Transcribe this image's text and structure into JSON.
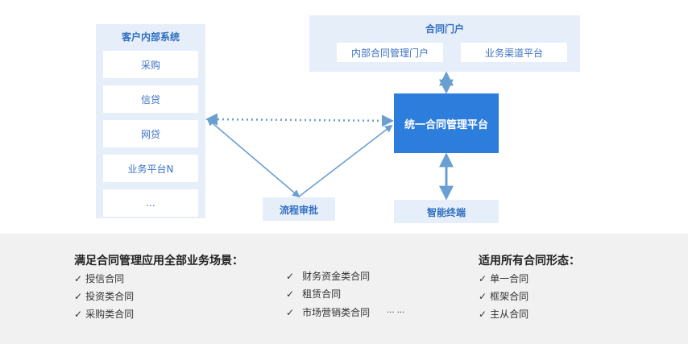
{
  "internal_systems": {
    "title": "客户内部系统",
    "items": [
      "采购",
      "信贷",
      "网贷",
      "业务平台N",
      "..."
    ]
  },
  "portal": {
    "title": "合同门户",
    "items": [
      "内部合同管理门户",
      "业务渠道平台"
    ]
  },
  "core_platform": "统一合同管理平台",
  "workflow": "流程审批",
  "smart_terminal": "智能终端",
  "scenarios": {
    "heading": "满足合同管理应用全部业务场景：",
    "col1": [
      "授信合同",
      "投资类合同",
      "采购类合同"
    ],
    "col2": [
      "财务资金类合同",
      "租赁合同",
      "市场营销类合同"
    ],
    "ellipsis": "... ..."
  },
  "forms": {
    "heading": "适用所有合同形态：",
    "items": [
      "单一合同",
      "框架合同",
      "主从合同"
    ]
  },
  "check_mark": "✓",
  "colors": {
    "panel": "#e6eefa",
    "accent": "#2d7ddc",
    "arrow": "#6a9fd1"
  }
}
